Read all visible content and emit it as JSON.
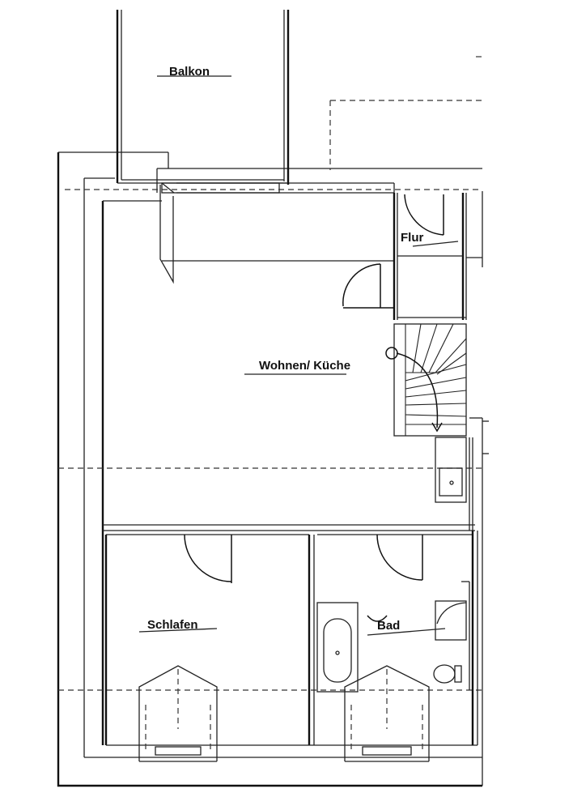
{
  "rooms": {
    "balkon": "Balkon",
    "flur": "Flur",
    "wohnen_kueche": "Wohnen/ Küche",
    "schlafen": "Schlafen",
    "bad": "Bad"
  }
}
